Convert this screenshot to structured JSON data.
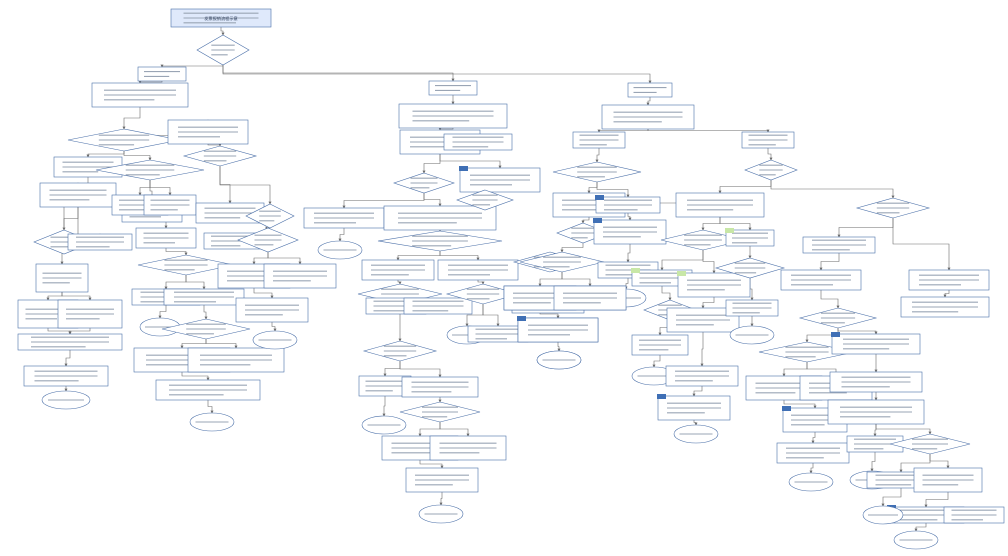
{
  "colors": {
    "node_stroke": "#4a6fa8",
    "node_fill": "#ffffff",
    "start_fill": "#dfe9fb",
    "edge": "#6a6a6a",
    "highlight_blue": "#3f6fb5",
    "highlight_green": "#c8e7a7"
  },
  "nodes": [
    {
      "id": "start",
      "shape": "rect",
      "label": "发票报销流程示意"
    },
    {
      "id": "d_top",
      "shape": "diamond",
      "label": ""
    },
    {
      "id": "b1_top",
      "shape": "rect",
      "label": ""
    },
    {
      "id": "b1_r1",
      "shape": "rect",
      "label": ""
    },
    {
      "id": "b1_d1",
      "shape": "diamond",
      "label": ""
    },
    {
      "id": "b1_r2",
      "shape": "rect",
      "label": ""
    },
    {
      "id": "b1_d2",
      "shape": "diamond",
      "label": ""
    },
    {
      "id": "b1_r3",
      "shape": "rect",
      "label": ""
    },
    {
      "id": "b1_r4",
      "shape": "rect",
      "label": ""
    },
    {
      "id": "b1_d3",
      "shape": "diamond",
      "label": ""
    },
    {
      "id": "b1_r5",
      "shape": "rect",
      "label": ""
    },
    {
      "id": "b1_r6",
      "shape": "rect",
      "label": ""
    },
    {
      "id": "b1_r7",
      "shape": "rect",
      "label": ""
    },
    {
      "id": "b1_r8",
      "shape": "rect",
      "label": ""
    },
    {
      "id": "b1_e1",
      "shape": "ellipse",
      "label": ""
    },
    {
      "id": "b2_r1",
      "shape": "rect",
      "label": ""
    },
    {
      "id": "b2_d1",
      "shape": "diamond",
      "label": ""
    },
    {
      "id": "b2_r2",
      "shape": "rect",
      "label": ""
    },
    {
      "id": "b2_r3",
      "shape": "rect",
      "label": ""
    },
    {
      "id": "b2_r4",
      "shape": "rect",
      "label": ""
    },
    {
      "id": "b2_d2",
      "shape": "diamond",
      "label": ""
    },
    {
      "id": "b2_r5",
      "shape": "rect",
      "label": ""
    },
    {
      "id": "b2_e1",
      "shape": "ellipse",
      "label": ""
    },
    {
      "id": "b2_r6",
      "shape": "rect",
      "label": ""
    },
    {
      "id": "b2_d3",
      "shape": "diamond",
      "label": ""
    },
    {
      "id": "b2_r7",
      "shape": "rect",
      "label": ""
    },
    {
      "id": "b2_r8",
      "shape": "rect",
      "label": ""
    },
    {
      "id": "b2_e2",
      "shape": "ellipse",
      "label": ""
    },
    {
      "id": "b3_top",
      "shape": "rect",
      "label": ""
    },
    {
      "id": "b3_r1",
      "shape": "rect",
      "label": ""
    },
    {
      "id": "b3_r2",
      "shape": "rect",
      "label": ""
    },
    {
      "id": "b3_d1",
      "shape": "diamond",
      "label": ""
    },
    {
      "id": "b3_r3",
      "shape": "rect",
      "label": ""
    },
    {
      "id": "b3_e1",
      "shape": "ellipse",
      "label": ""
    },
    {
      "id": "b3_r4",
      "shape": "rect",
      "label": ""
    },
    {
      "id": "b3_d2",
      "shape": "diamond",
      "label": ""
    },
    {
      "id": "b3_r5",
      "shape": "rect",
      "label": ""
    },
    {
      "id": "b3_r6",
      "shape": "rect",
      "label": ""
    },
    {
      "id": "b3_d3",
      "shape": "diamond",
      "label": ""
    },
    {
      "id": "b3_r7",
      "shape": "rect",
      "label": ""
    },
    {
      "id": "b3_e2",
      "shape": "ellipse",
      "label": ""
    },
    {
      "id": "b3_r8",
      "shape": "rect",
      "label": ""
    },
    {
      "id": "b3_d4",
      "shape": "diamond",
      "label": ""
    },
    {
      "id": "b3_e3",
      "shape": "ellipse",
      "label": ""
    },
    {
      "id": "b3_r9",
      "shape": "rect",
      "label": ""
    },
    {
      "id": "b3_r10",
      "shape": "rect",
      "label": ""
    },
    {
      "id": "b3_d5",
      "shape": "diamond",
      "label": ""
    },
    {
      "id": "b3_r11",
      "shape": "rect",
      "label": ""
    },
    {
      "id": "b3_e4",
      "shape": "ellipse",
      "label": ""
    },
    {
      "id": "b4_top",
      "shape": "rect",
      "label": ""
    },
    {
      "id": "b4_r1",
      "shape": "rect",
      "label": ""
    },
    {
      "id": "b4_r2",
      "shape": "rect",
      "label": ""
    },
    {
      "id": "b4_d1",
      "shape": "diamond",
      "label": ""
    },
    {
      "id": "b4_r3",
      "shape": "rect",
      "label": ""
    },
    {
      "id": "b4_d2",
      "shape": "diamond",
      "label": ""
    },
    {
      "id": "b4_r4",
      "shape": "rect",
      "label": ""
    },
    {
      "id": "b4_d3",
      "shape": "diamond",
      "label": ""
    },
    {
      "id": "b4_r5",
      "shape": "rect",
      "label": ""
    },
    {
      "id": "b4_r6",
      "shape": "rect",
      "label": ""
    },
    {
      "id": "b4_r7",
      "shape": "rect",
      "label": ""
    },
    {
      "id": "b4_r8",
      "shape": "rect",
      "label": ""
    },
    {
      "id": "b4_r9",
      "shape": "rect",
      "label": ""
    },
    {
      "id": "b4_e1",
      "shape": "ellipse",
      "label": ""
    },
    {
      "id": "b4_r10",
      "shape": "rect",
      "label": ""
    },
    {
      "id": "b4_r11",
      "shape": "rect",
      "label": ""
    },
    {
      "id": "b4_e2",
      "shape": "ellipse",
      "label": ""
    },
    {
      "id": "b5_r1",
      "shape": "rect",
      "label": ""
    },
    {
      "id": "b5_r2",
      "shape": "rect",
      "label": ""
    },
    {
      "id": "b5_d1",
      "shape": "diamond",
      "label": ""
    },
    {
      "id": "b5_r3",
      "shape": "rect",
      "label": ""
    },
    {
      "id": "b5_d2",
      "shape": "diamond",
      "label": ""
    },
    {
      "id": "b5_r4",
      "shape": "rect",
      "label": ""
    },
    {
      "id": "b5_d3",
      "shape": "diamond",
      "label": ""
    },
    {
      "id": "b5_r5",
      "shape": "rect",
      "label": ""
    },
    {
      "id": "b5_r6",
      "shape": "rect",
      "label": ""
    },
    {
      "id": "b5_r7",
      "shape": "rect",
      "label": ""
    },
    {
      "id": "b5_e1",
      "shape": "ellipse",
      "label": ""
    },
    {
      "id": "b5_r8",
      "shape": "rect",
      "label": ""
    },
    {
      "id": "b5_d4",
      "shape": "diamond",
      "label": ""
    },
    {
      "id": "b5_r9",
      "shape": "rect",
      "label": ""
    },
    {
      "id": "b5_e2",
      "shape": "ellipse",
      "label": ""
    },
    {
      "id": "b6_r1",
      "shape": "rect",
      "label": ""
    },
    {
      "id": "b6_d1",
      "shape": "diamond",
      "label": ""
    },
    {
      "id": "b6_d2",
      "shape": "diamond",
      "label": ""
    },
    {
      "id": "b6_r2",
      "shape": "rect",
      "label": ""
    },
    {
      "id": "b6_r3",
      "shape": "rect",
      "label": ""
    },
    {
      "id": "b6_d3",
      "shape": "diamond",
      "label": ""
    },
    {
      "id": "b6_d4",
      "shape": "diamond",
      "label": ""
    },
    {
      "id": "b6_r4",
      "shape": "rect",
      "label": ""
    },
    {
      "id": "b6_r5",
      "shape": "rect",
      "label": ""
    },
    {
      "id": "b6_r6",
      "shape": "rect",
      "label": ""
    },
    {
      "id": "b6_r7",
      "shape": "rect",
      "label": ""
    },
    {
      "id": "b6_r8",
      "shape": "rect",
      "label": ""
    },
    {
      "id": "b6_e1",
      "shape": "ellipse",
      "label": ""
    },
    {
      "id": "b6_r9",
      "shape": "rect",
      "label": ""
    },
    {
      "id": "b6_r10",
      "shape": "rect",
      "label": ""
    },
    {
      "id": "b6_d5",
      "shape": "diamond",
      "label": ""
    },
    {
      "id": "b6_r11",
      "shape": "rect",
      "label": ""
    },
    {
      "id": "b6_e2",
      "shape": "ellipse",
      "label": ""
    },
    {
      "id": "b6_r12",
      "shape": "rect",
      "label": ""
    },
    {
      "id": "b6_e3",
      "shape": "ellipse",
      "label": ""
    }
  ]
}
